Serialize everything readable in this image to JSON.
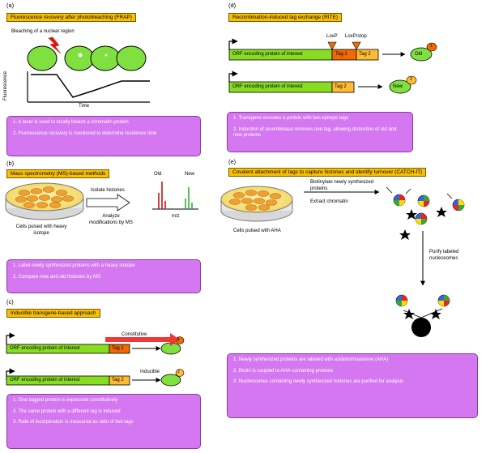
{
  "panel_a": {
    "label": "(a)",
    "title": "Fluorescence recovery after photobleaching (FRAP)",
    "bleach_label": "Bleaching of a nuclear region",
    "y_axis": "Fluorescence",
    "x_axis": "Time",
    "notes": [
      "1. A laser is used to locally bleach a chromatin protein",
      "2. Fluorescence recovery is monitored to determine residence time"
    ]
  },
  "panel_b": {
    "label": "(b)",
    "title": "Mass spectrometry (MS)-based methods",
    "isolate": "Isolate histones",
    "analyze": "Analyze modifications by MS",
    "cells": "Cells pulsed with heavy isotope",
    "old": "Old",
    "new": "New",
    "mz": "m/z",
    "notes": [
      "1. Label newly synthesized proteins with a heavy isotope",
      "2. Compare new and old histones by MS"
    ]
  },
  "panel_c": {
    "label": "(c)",
    "title": "Inducible transgene-based approach",
    "orf": "ORF encoding protein of interest",
    "tag1": "Tag 1",
    "tag2": "Tag 2",
    "constitutive": "Constitutive",
    "inducible": "Inducible",
    "badge1": "1",
    "badge2": "2",
    "notes": [
      "1. One tagged protein is expressed constitutively",
      "2. The same protein with a different tag is induced",
      "3. Rate of incorporation is measured as ratio of two tags"
    ]
  },
  "panel_d": {
    "label": "(d)",
    "title": "Recombination-induced tag exchange (RITE)",
    "loxp": "LoxP",
    "loxp_stop": "LoxP/stop",
    "orf": "ORF encoding protein of interest",
    "tag1": "Tag 1",
    "tag2": "Tag 2",
    "old": "Old",
    "new": "New",
    "badge1": "1",
    "badge2": "2",
    "notes": [
      "1. Transgene encodes a protein with two epitope tags",
      "2. Induction of recombinase removes one tag, allowing distinction of old and new proteins"
    ]
  },
  "panel_e": {
    "label": "(e)",
    "title": "Covalent attachment of tags to capture histones and identify turnover (CATCH-IT)",
    "biotinylate": "Biotinylate newly synthesized proteins",
    "extract": "Extract chromatin",
    "cells": "Cells pulsed with AHA",
    "purify": "Purify labeled nucleosomes",
    "notes": [
      "1. Newly synthesized proteins are labeled with azidohomoalanine (AHA)",
      "2. Biotin is coupled to AHA-containing proteins",
      "3. Nucleosomes containing newly synthesized histones are purified for analysis"
    ]
  },
  "colors": {
    "title_bg": "#f8c000",
    "note_bg": "#d477f0",
    "orf_green": "#88dd22",
    "tag1_orange": "#f06a00",
    "tag2_yellow": "#ffbb33",
    "cell_green": "#7fe040"
  }
}
